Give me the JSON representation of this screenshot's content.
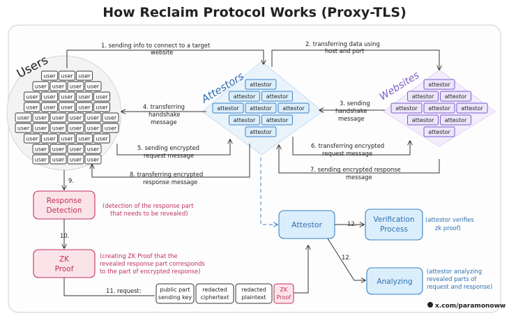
{
  "title": "How Reclaim Protocol Works (Proxy-TLS)",
  "groups": {
    "users": "Users",
    "attestors": "Attestors",
    "websites": "Websites"
  },
  "cells": {
    "user": "user",
    "attestor": "attestor"
  },
  "steps": {
    "s1a": "1. sending info to connect to a target",
    "s1b": "website",
    "s2a": "2. transferring data using",
    "s2b": "host and port",
    "s3a": "3. sending",
    "s3b": "handshake",
    "s3c": "message",
    "s4a": "4. transferring",
    "s4b": "handshake",
    "s4c": "message",
    "s5a": "5. sending encrypted",
    "s5b": "request message",
    "s6a": "6. transferring encrypted",
    "s6b": "request message",
    "s7a": "7. sending encrypted response",
    "s7b": "message",
    "s8a": "8. transferring encrypted",
    "s8b": "response message",
    "s9": "9.",
    "s10": "10.",
    "s11": "11. request:",
    "s12a": "12.",
    "s12b": "12."
  },
  "boxes": {
    "response_detection": [
      "Response",
      "Detection"
    ],
    "zk_proof": [
      "ZK",
      "Proof"
    ],
    "attestor": "Attestor",
    "verification": [
      "Verification",
      "Process"
    ],
    "analyzing": "Analyzing"
  },
  "notes": {
    "response_detection": [
      "(detection of the response part",
      "that needs to be revealed)"
    ],
    "zk_proof": [
      "(creating ZK Proof that the",
      "revealed response part corresponds",
      "to the part of encrypted response)"
    ],
    "verification": [
      "(attestor verifies",
      "zk proof)"
    ],
    "analyzing": [
      "(attestor analyzing",
      "revealed  parts of",
      "request and response)"
    ]
  },
  "request_parts": [
    [
      "public part",
      "sending key"
    ],
    [
      "redacted",
      "ciphertext"
    ],
    [
      "redacted",
      "plaintext"
    ],
    [
      "ZK",
      "Proof"
    ]
  ],
  "credit": "x.com/paramonoww",
  "colors": {
    "blue": "#3b82c4",
    "blue_fill": "#dbeefb",
    "purple": "#7c5cc8",
    "purple_fill": "#ece6fb",
    "pink": "#c0305a",
    "pink_fill": "#fbe3ea"
  }
}
